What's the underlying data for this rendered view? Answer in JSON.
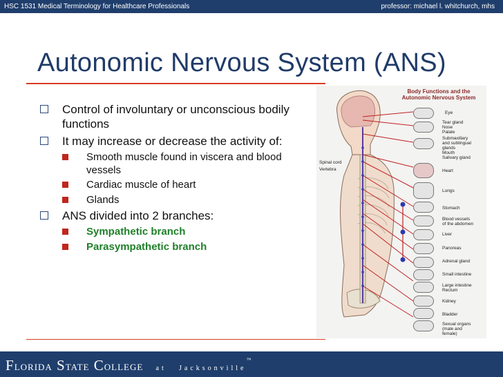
{
  "header": {
    "course": "HSC 1531 Medical Terminology for Healthcare Professionals",
    "professor": "professor: michael l. whitchurch, mhs"
  },
  "slide": {
    "title": "Autonomic Nervous System (ANS)",
    "bullets": [
      "Control of involuntary or unconscious bodily functions",
      "It may increase or decrease the activity of:",
      "Smooth muscle found in viscera and blood vessels",
      "Cardiac muscle of heart",
      "Glands",
      "ANS divided into 2 branches:",
      "Sympathetic branch",
      "Parasympathetic branch"
    ]
  },
  "figure": {
    "title": "Body Functions and the Autonomic Nervous System",
    "labels": {
      "spinal_cord": "Spinal cord",
      "vertebra": "Vertebra",
      "eye": "Eye",
      "tear_gland": "Tear gland",
      "nose": "Nose",
      "palate": "Palate",
      "submaxillary": "Submaxillary",
      "sublingual": "and sublingual",
      "glands": "glands",
      "mouth": "Mouth",
      "salivary": "Salivary gland",
      "heart": "Heart",
      "lungs": "Lungs",
      "stomach": "Stomach",
      "blood_vessels": "Blood vessels",
      "abdomen": "of the abdomen",
      "liver": "Liver",
      "pancreas": "Pancreas",
      "adrenal": "Adrenal gland",
      "small_intestine": "Small intestine",
      "large_intestine": "Large intestine",
      "rectum": "Rectum",
      "kidney": "Kidney",
      "bladder": "Bladder",
      "sexual_organs": "Sexual organs",
      "male_female": "(male and",
      "female": "female)"
    }
  },
  "footer": {
    "brand_f": "F",
    "brand_lorida": "LORIDA",
    "brand_s": "S",
    "brand_tate": "TATE",
    "brand_c": "C",
    "brand_ollege": "OLLEGE",
    "at": "at",
    "city": "Jacksonville",
    "tm": "™"
  },
  "colors": {
    "bar": "#1f3e6c",
    "title": "#203b69",
    "accent_rule": "#d93a22",
    "bullet_square": "#c0261d",
    "branch_text": "#20802a"
  }
}
